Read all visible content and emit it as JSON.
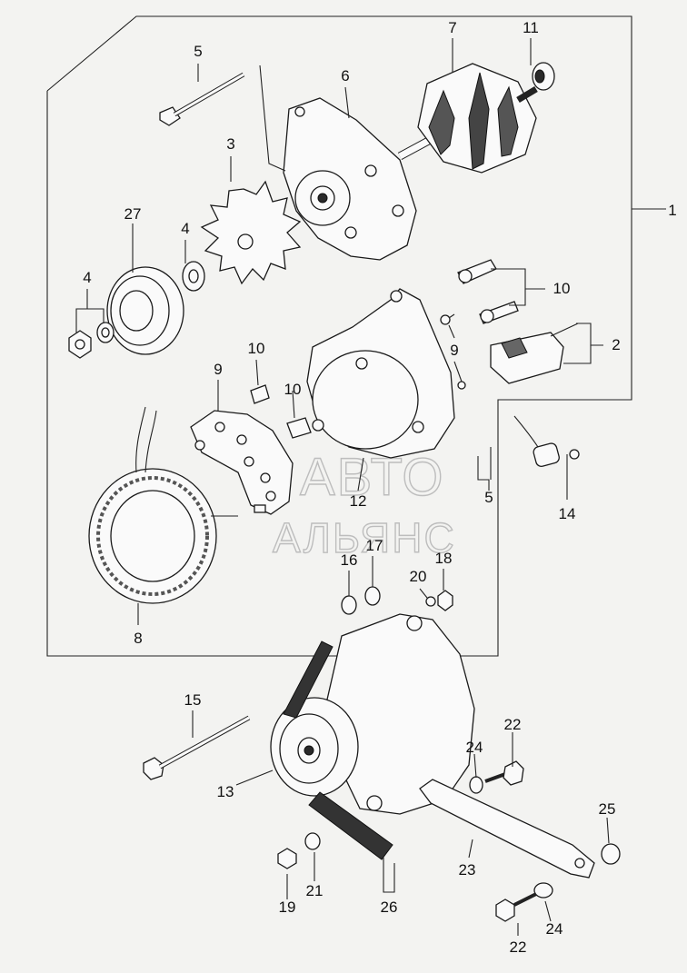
{
  "diagram": {
    "callouts": [
      "1",
      "2",
      "3",
      "4",
      "4",
      "5",
      "5",
      "6",
      "7",
      "8",
      "9",
      "9",
      "10",
      "10",
      "10",
      "11",
      "12",
      "13",
      "14",
      "15",
      "16",
      "17",
      "18",
      "19",
      "20",
      "21",
      "22",
      "22",
      "23",
      "24",
      "24",
      "25",
      "26",
      "27"
    ]
  },
  "watermark": {
    "line1": "АВТО",
    "line2": "АЛЬЯНС"
  }
}
